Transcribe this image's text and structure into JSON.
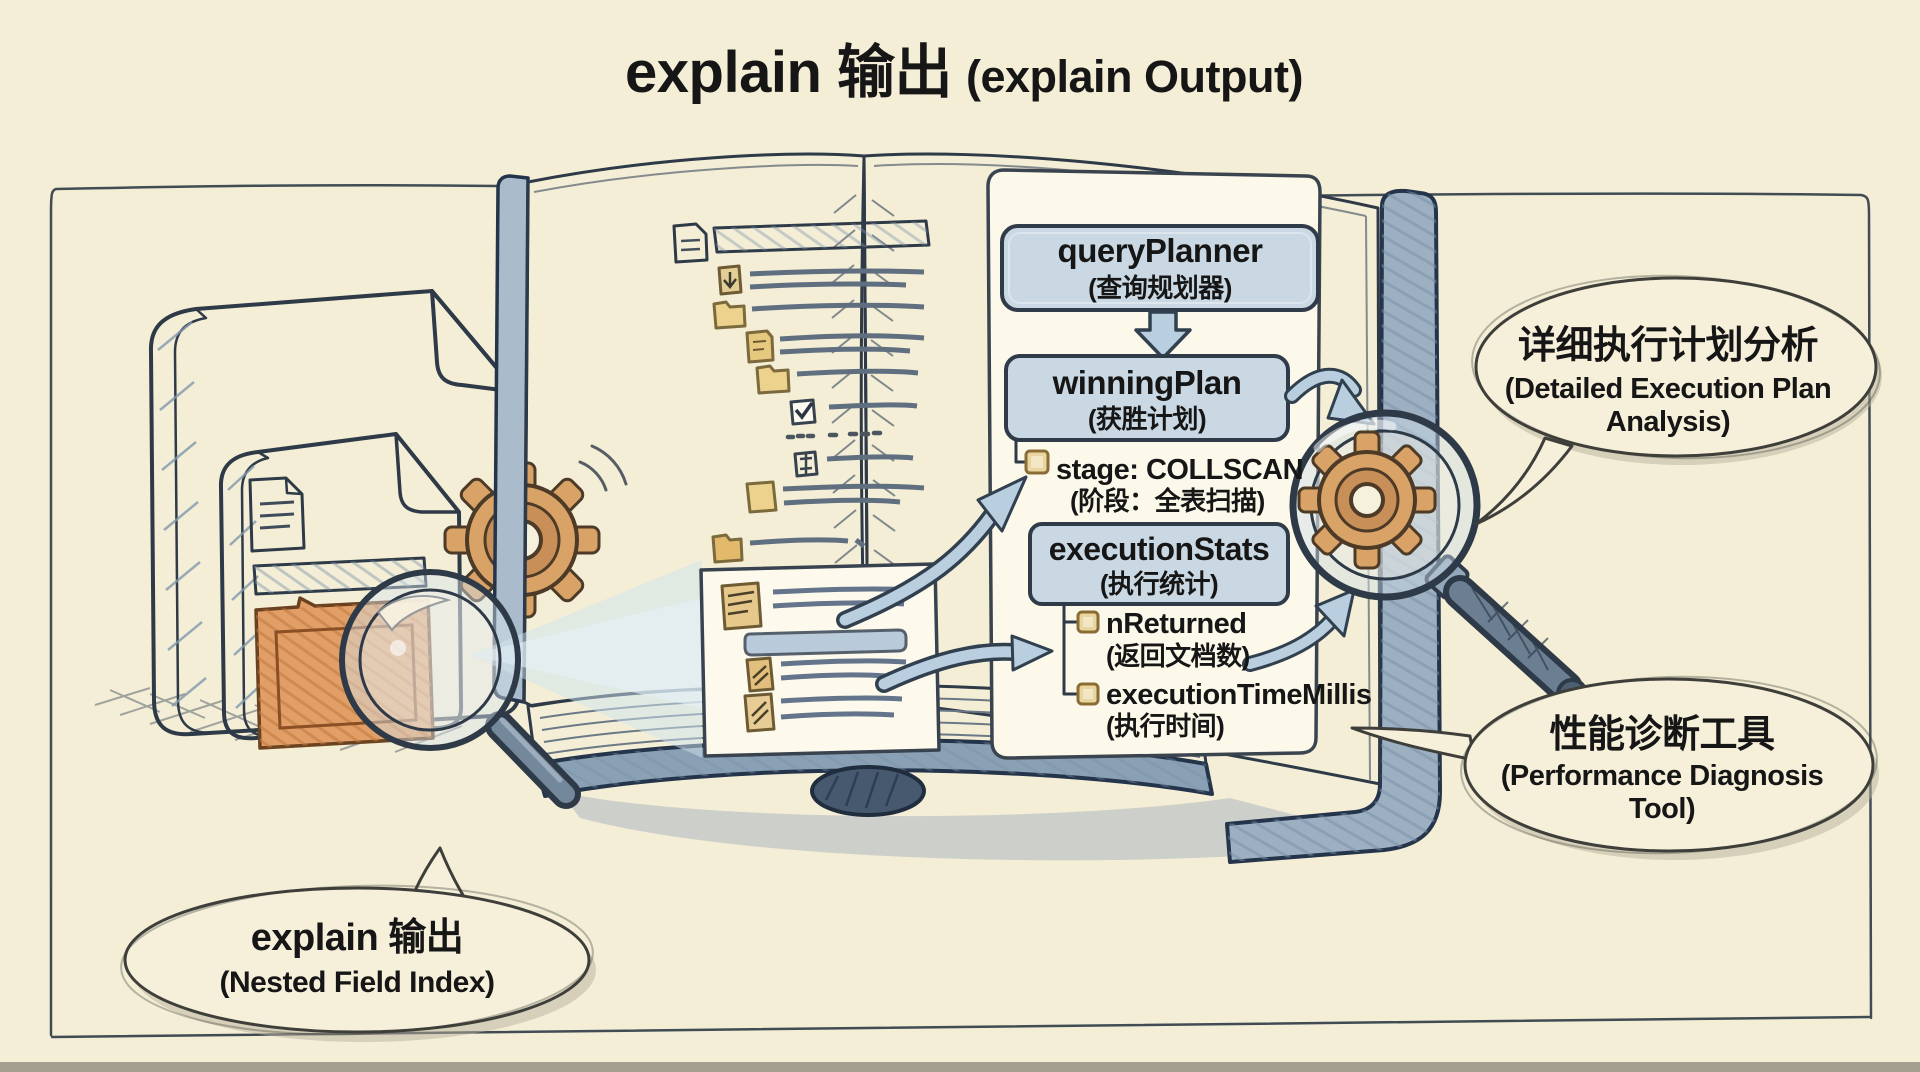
{
  "page": {
    "title_main": "explain 输出",
    "title_paren": "(explain Output)"
  },
  "diagram": {
    "nodes": {
      "query_planner": {
        "label": "queryPlanner",
        "sublabel": "(查询规划器)"
      },
      "winning_plan": {
        "label": "winningPlan",
        "sublabel": "(获胜计划)"
      },
      "stage": {
        "label": "stage: COLLSCAN",
        "sublabel": "(阶段：全表扫描)"
      },
      "execution_stats": {
        "label": "executionStats",
        "sublabel": "(执行统计)"
      },
      "n_returned": {
        "label": "nReturned",
        "sublabel": "(返回文档数)"
      },
      "execution_time_millis": {
        "label": "executionTimeMillis",
        "sublabel": "(执行时间)"
      }
    },
    "callouts": {
      "detailed_analysis": {
        "line1": "详细执行计划分析",
        "line2": "(Detailed Execution Plan",
        "line3": "Analysis)"
      },
      "performance_tool": {
        "line1": "性能诊断工具",
        "line2": "(Performance Diagnosis",
        "line3": "Tool)"
      },
      "explain_output": {
        "line1": "explain 输出",
        "line2": "(Nested Field Index)"
      }
    },
    "icons": {
      "left": [
        "document-icon",
        "nested-document-icon",
        "gear-icon",
        "magnifier-icon"
      ],
      "book": [
        "document-icon",
        "folder-icon",
        "checkbox-icon",
        "note-icon"
      ],
      "right": [
        "gear-icon",
        "magnifier-icon"
      ]
    },
    "colors": {
      "background": "#f4eed6",
      "page_cream": "#f9f5e3",
      "node_fill": "#c9d8e2",
      "outline_ink": "#2e3a47",
      "arrow_fill": "#b9cede",
      "gear_orange": "#d9a368",
      "folder_yellow": "#ecd28c",
      "panel_orange": "#e19e66",
      "cover_blue": "#9db0c2"
    }
  }
}
